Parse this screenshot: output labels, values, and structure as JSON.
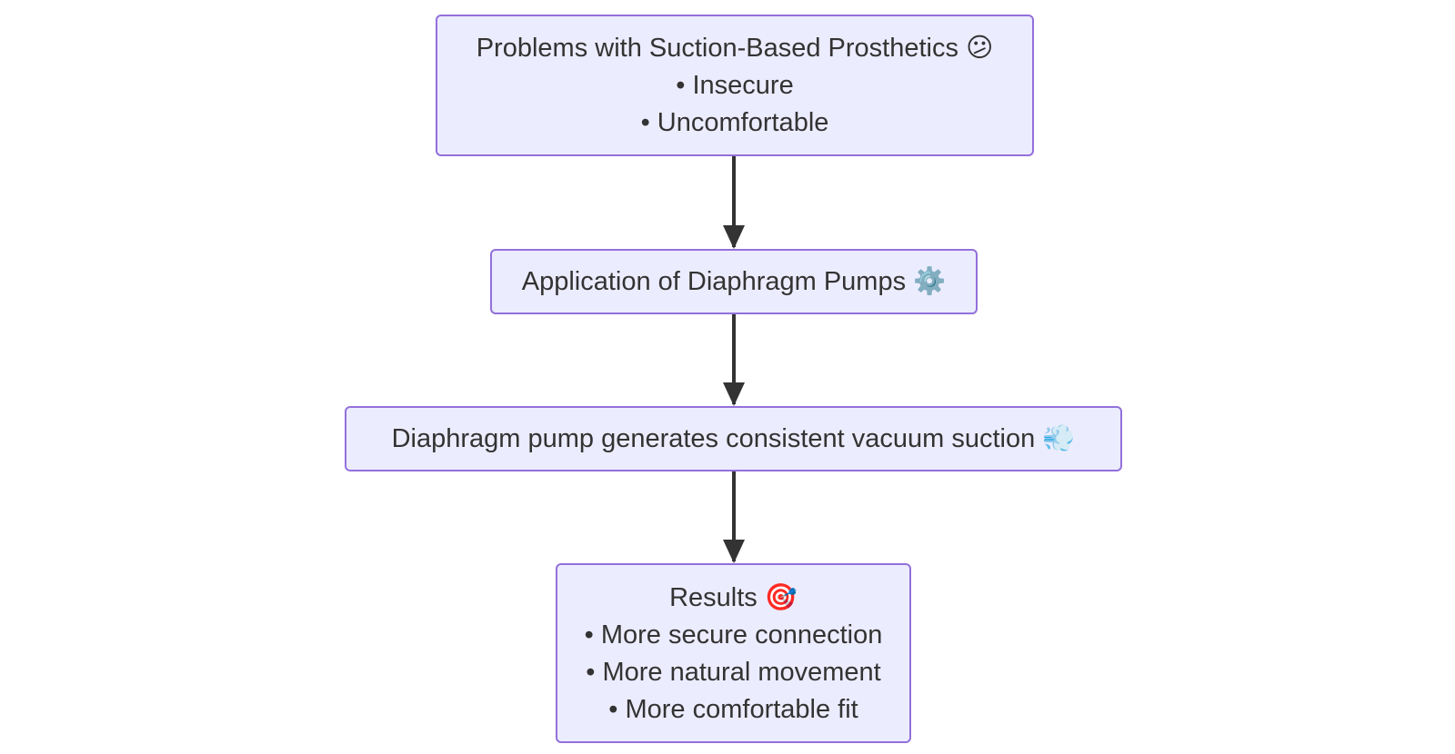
{
  "nodes": {
    "problems": {
      "title": "Problems with Suction-Based Prosthetics",
      "emoji": "😕",
      "items": [
        "• Insecure",
        "• Uncomfortable"
      ]
    },
    "application": {
      "title": "Application of Diaphragm Pumps",
      "emoji": "⚙️"
    },
    "vacuum": {
      "title": "Diaphragm pump generates consistent vacuum suction",
      "emoji": "💨"
    },
    "results": {
      "title": "Results",
      "emoji": "🎯",
      "items": [
        "• More secure connection",
        "• More natural movement",
        "• More comfortable fit"
      ]
    }
  },
  "edges": [
    {
      "from": "problems",
      "to": "application"
    },
    {
      "from": "application",
      "to": "vacuum"
    },
    {
      "from": "vacuum",
      "to": "results"
    }
  ],
  "colors": {
    "node_fill": "#ececff",
    "node_border": "#9370db",
    "text": "#333333",
    "edge": "#333333"
  }
}
